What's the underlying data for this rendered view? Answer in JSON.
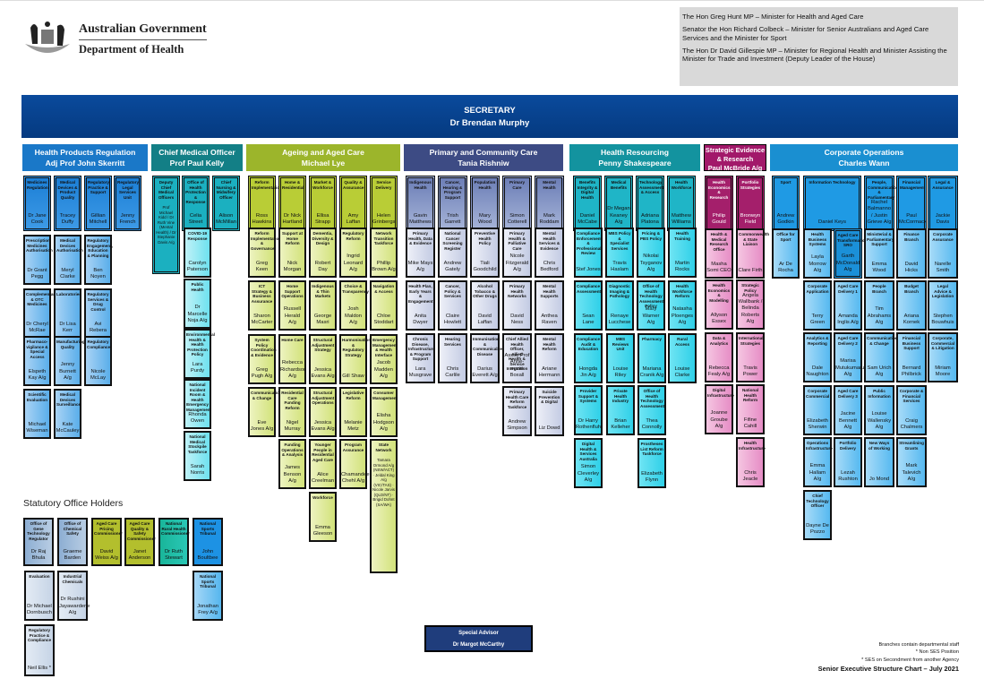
{
  "logo": {
    "line1": "Australian Government",
    "line2": "Department of Health"
  },
  "ministers": [
    "The Hon Greg Hunt MP – Minister for Health and Aged Care",
    "Senator the Hon Richard Colbeck – Minister for Senior Australians and Aged Care Services and the Minister for Sport",
    "The Hon Dr David Gillespie MP – Minister for Regional Health and Minister Assisting the Minister for Trade and Investment (Deputy Leader of the House)"
  ],
  "secretary": {
    "title": "SECRETARY",
    "name": "Dr Brendan Murphy"
  },
  "divisions": [
    {
      "title": "Health Products Regulation",
      "head": "Adj Prof John Skerritt",
      "color": "#1a78c8"
    },
    {
      "title": "Chief Medical Officer",
      "head": "Prof Paul Kelly",
      "color": "#137f86"
    },
    {
      "title": "Ageing and Aged Care",
      "head": "Michael Lye",
      "color": "#9cb52b"
    },
    {
      "title": "Primary and Community Care",
      "head": "Tania Rishniw",
      "color": "#3d4b84"
    },
    {
      "title": "Health Resourcing",
      "head": "Penny Shakespeare",
      "color": "#13939f"
    },
    {
      "title": "Strategic Evidence & Research",
      "head": "Paul McBride A/g",
      "color": "#a2196a"
    },
    {
      "title": "Corporate Operations",
      "head": "Charles Wann",
      "color": "#1a8fd1"
    }
  ],
  "boxes": {
    "hpr": [
      [
        "Medicines Regulation",
        "Dr Jane Cook"
      ],
      [
        "Medical Devices & Product Quality",
        "Tracey Duffy"
      ],
      [
        "Regulatory Practice & Support",
        "Gillian Mitchell"
      ],
      [
        "Regulatory Legal Services Unit",
        "Jenny French"
      ],
      [
        "Prescription Medicines Authorisation",
        "Dr Grant Pegg"
      ],
      [
        "Medical Devices Authorisation",
        "Meryl Clarke"
      ],
      [
        "Regulatory Engagement, Education & Planning",
        "Ben Noyen"
      ],
      [
        "Complementary & OTC Medicines",
        "Dr Cheryl McRae"
      ],
      [
        "Laboratories",
        "Dr Lisa Kerr"
      ],
      [
        "Regulatory Services & Drug Control",
        "Avi Rebera"
      ],
      [
        "Pharmaco-vigilance & Special Access",
        "Elspeth Kay A/g"
      ],
      [
        "Manufacturing Quality",
        "Jenny Burnett A/g"
      ],
      [
        "Regulatory Compliance",
        "Nicole McLay"
      ],
      [
        "Scientific Evaluation",
        "Michael Wiseman"
      ],
      [
        "Medical Devices Surveillance",
        "Kate McCauley"
      ]
    ],
    "cmo": [
      [
        "Deputy Chief Medical Officers",
        "Prof Michael Kidd / Dr Ruth Vine (Mental Health) / Dr Stephanie Davis A/g"
      ],
      [
        "Office of Health Protection & Response",
        "Celia Street"
      ],
      [
        "Chief Nursing & Midwifery Officer",
        "Alison McMillan"
      ],
      [
        "COVID-19 Response",
        "Carolyn Paterson"
      ],
      [
        "Public Health",
        "Dr Marcelle Noja A/g"
      ],
      [
        "Environmental Health & Health Protection Policy",
        "Lara Purdy"
      ],
      [
        "National Incident Room & Health Emergency Management",
        "Rhonda Owen"
      ],
      [
        "National Medical Stockpile Taskforce",
        "Sarah Norris"
      ]
    ],
    "aac": [
      [
        "Reform Implementation",
        "Ross Hawkins"
      ],
      [
        "Home & Residential",
        "Dr Nick Hartland"
      ],
      [
        "Market & Workforce",
        "Ellisa Strapp"
      ],
      [
        "Quality & Assurance",
        "Amy Laffan"
      ],
      [
        "Service Delivery",
        "Helen Grinbergs"
      ],
      [
        "Reform Implementation & Governance",
        "Greg Keen"
      ],
      [
        "Support at Home Reform",
        "Nick Morgan"
      ],
      [
        "Dementia, Diversity & Design",
        "Robert Day"
      ],
      [
        "Regulatory Reform",
        "Ingrid Leonard A/g"
      ],
      [
        "Network Transition Taskforce",
        "Phillip Brown A/g"
      ],
      [
        "ICT Strategy & Business Assurance",
        "Sharon McCarter"
      ],
      [
        "Home Support Operations",
        "Russell Herald A/g"
      ],
      [
        "Indigenous & Thin Markets",
        "George Masri"
      ],
      [
        "Choice & Transparency",
        "Josh Maldon A/g"
      ],
      [
        "Navigation & Access",
        "Chloe Stoddart"
      ],
      [
        "System Policy Coordination & Evidence",
        "Greg Pugh A/g"
      ],
      [
        "Home Care",
        "Rebecca Richardson A/g"
      ],
      [
        "Structural Adjustment Strategy",
        "Jessica Evans A/g"
      ],
      [
        "Harmonisation & Regulatory Strategy",
        "Gill Shaw"
      ],
      [
        "Emergency Management & Health Interface",
        "Jacob Madden A/g"
      ],
      [
        "Communication & Change",
        "Eve Jones A/g"
      ],
      [
        "Residential Care Funding Reform",
        "Nigel Murray"
      ],
      [
        "Structural Adjustment Operations",
        "Jessica Evans A/g"
      ],
      [
        "Legislative Reform",
        "Melanie Metz"
      ],
      [
        "Consumer Management",
        "Elisha Hodgson A/g"
      ],
      [
        "Funding Operations & Analysis",
        "James Benson A/g"
      ],
      [
        "Younger People in Residential Aged Care",
        "Alice Creelman"
      ],
      [
        "Program Assurance",
        "Chamandeep Chehl A/g"
      ],
      [
        "State Network",
        "Tamara Ormond A/g (NSW/ACT) · Jeldal King A/g (VIC/TAS) · Nicole Jarvis (QLD/NT) · Brigid Dohnt (SA/WA)"
      ],
      [
        "Workforce",
        "Emma Gleeson"
      ]
    ],
    "pcc": [
      [
        "Indigenous Health",
        "Gavin Matthews"
      ],
      [
        "Cancer, Hearing & Program Support",
        "Trish Garrett"
      ],
      [
        "Population Health",
        "Mary Wood"
      ],
      [
        "Primary Care",
        "Simon Cotterell"
      ],
      [
        "Mental Health",
        "Mark Roddam"
      ],
      [
        "Primary Health, Data & Evidence",
        "Mike Mays A/g"
      ],
      [
        "National Cancer Screening Register",
        "Andrew Gately"
      ],
      [
        "Preventive Health Policy",
        "Tiali Goodchild"
      ],
      [
        "Primary Health & Palliative Care",
        "Nicole Fitzgerald A/g"
      ],
      [
        "Mental Health Services & Evidence",
        "Chris Bedford"
      ],
      [
        "Health Plan, Early Years & Engagement",
        "Anita Dwyer"
      ],
      [
        "Cancer, Policy & Services",
        "Claire Howlett"
      ],
      [
        "Alcohol Tobacco & Other Drugs",
        "David Laffan"
      ],
      [
        "Primary Health Networks",
        "David Ness"
      ],
      [
        "Mental Health Supports",
        "Anthea Raven"
      ],
      [
        "Chronic Disease, Infrastructure & Program Support",
        "Lara Musgrave"
      ],
      [
        "Hearing Services",
        "Chris Carlile"
      ],
      [
        "Immunisation & Communicable Disease",
        "Darius Everett A/g"
      ],
      [
        "Chief Allied Health Officer, Allied Health & Service Integration",
        "Assoc Prof Anne-marie Boxall"
      ],
      [
        "Mental Health Reform",
        "Ariane Hermann"
      ],
      [
        "Primary Health Care Reform Taskforce",
        "Andrew Simpson"
      ],
      [
        "Suicide Prevention & Digital",
        "Liz Dowd"
      ]
    ],
    "hr": [
      [
        "Benefits Integrity & Digital Health",
        "Daniel McCabe"
      ],
      [
        "Medical Benefits",
        "Dr Megan Keaney A/g"
      ],
      [
        "Technology Assessment & Access",
        "Adriana Platona"
      ],
      [
        "Health Workforce",
        "Matthew Williams"
      ],
      [
        "Compliance Enforcement & Professional Review",
        "Stef Jones"
      ],
      [
        "MBS Policy & Specialist Services",
        "Travis Haslam"
      ],
      [
        "Pricing & PBS Policy",
        "Nikolai Tsyganov A/g"
      ],
      [
        "Health Training",
        "Martin Rocks"
      ],
      [
        "Compliance Assessment",
        "Sean Lane"
      ],
      [
        "Diagnostic Imaging & Pathology",
        "Renaye Lucchese"
      ],
      [
        "Office of Health Technology Assessment Policy",
        "Mary Warner A/g"
      ],
      [
        "Health Workforce Reform",
        "Natasha Ploenges A/g"
      ],
      [
        "Compliance Audit & Education",
        "Hongda Jin A/g"
      ],
      [
        "MBS Reviews Unit",
        "Louise Riley"
      ],
      [
        "Pharmacy",
        "Mariana Cranik A/g"
      ],
      [
        "Rural Access",
        "Louise Clarke"
      ],
      [
        "Provider Support & Systems",
        "Dr Harry Rothenfluh"
      ],
      [
        "Private Health Industry",
        "Brian Kelleher"
      ],
      [
        "Office of Health Technology Assessment",
        "Thea Connolly"
      ],
      [
        "Digital Health & Services Australia",
        "Simon Cleverley A/g"
      ],
      [
        "Prostheses List Reform Taskforce",
        "Elizabeth Flynn"
      ]
    ],
    "ser": [
      [
        "Health Economics & Research",
        "Philip Gould"
      ],
      [
        "Portfolio Strategies",
        "Bronwyn Field"
      ],
      [
        "Health & Medical Research Office",
        "Masha Somi CEO"
      ],
      [
        "Commonwealth & State Liaison",
        "Clare Firth"
      ],
      [
        "Health Economics & Modelling",
        "Allyson Essex"
      ],
      [
        "Strategic Policy",
        "Angela Wallbank / Belinda Roberts A/g"
      ],
      [
        "Data & Analytics",
        "Rebecca Fealy A/g"
      ],
      [
        "International Strategies",
        "Travis Power"
      ],
      [
        "Digital Infrastructure",
        "Joanne Groube A/g"
      ],
      [
        "National Health Reform",
        "Fifine Cahill"
      ],
      [
        "Health Infrastructure",
        "Chris Jeacle"
      ]
    ],
    "co": [
      [
        "Sport",
        "Andrew Godkin"
      ],
      [
        "Information Technology",
        "Daniel Keys"
      ],
      [
        "People, Communication & Parliamentary",
        "Rachel Balmanno / Justin Grieve A/g"
      ],
      [
        "Financial Management",
        "Paul McCormack"
      ],
      [
        "Legal & Assurance",
        "Jackie Davis"
      ],
      [
        "Office for Sport",
        "Ar De Rocha"
      ],
      [
        "Health Business Systems",
        "Layla Morrow A/g"
      ],
      [
        "Aged Care Transformation SRO",
        "Garth McDonald A/g"
      ],
      [
        "Ministerial & Parliamentary Support",
        "Emma Wood"
      ],
      [
        "Finance Branch",
        "David Hicks"
      ],
      [
        "Corporate Assurance",
        "Narelle Smith"
      ],
      [
        "Corporate Application",
        "Terry Green"
      ],
      [
        "Aged Care Delivery 1",
        "Amanda Inglis A/g"
      ],
      [
        "People Branch",
        "Tim Abrahams A/g"
      ],
      [
        "Budget Branch",
        "Ariana Kornek"
      ],
      [
        "Legal Advice & Legislation",
        "Stephen Bouwhuis"
      ],
      [
        "Analytics & Reporting",
        "Dale Naughton"
      ],
      [
        "Aged Care Delivery 2",
        "Marisa Mutukumaru A/g"
      ],
      [
        "Communication & Change",
        "Sam Urich A/g"
      ],
      [
        "Financial Business Support",
        "Bernard Philbrick"
      ],
      [
        "Corporate, Commercial & Litigation",
        "Miriam Moore"
      ],
      [
        "Corporate Commercial",
        "Elizabeth Sherwin"
      ],
      [
        "Aged Care Delivery 3",
        "Jacine Bennett A/g"
      ],
      [
        "Public Information",
        "Louise Wallensky A/g"
      ],
      [
        "Corporate & Financial Services",
        "Craig Chalmers"
      ],
      [
        "Operations Infrastructure",
        "Emma Hallam A/g"
      ],
      [
        "Portfolio Delivery",
        "Lezah Rushton"
      ],
      [
        "New Ways of Working",
        "Jo Mond"
      ],
      [
        "Streamlining Grants",
        "Mark Talevich A/g"
      ],
      [
        "Chief Technology Officer",
        "Dayne De Pozzo"
      ]
    ],
    "stat": [
      [
        "Office of Gene Technology Regulator",
        "Dr Raj Bhula"
      ],
      [
        "Office of Chemical Safety",
        "Graeme Barden"
      ],
      [
        "Aged Care Pricing Commissioner",
        "David Weiss A/g"
      ],
      [
        "Aged Care Quality & Safety Commissioner",
        "Janet Anderson"
      ],
      [
        "National Rural Health Commissioner",
        "Dr Ruth Stewart"
      ],
      [
        "National Sports Tribunal",
        "John Boultbee"
      ],
      [
        "Evaluation",
        "Dr Michael Dornbusch"
      ],
      [
        "Industrial Chemicals",
        "Dr Rushini Jayawardene A/g"
      ],
      [
        "National Sports Tribunal",
        "Jonathan Frey A/g"
      ],
      [
        "Regulatory Practice & Compliance",
        "Neil Ellis *"
      ]
    ]
  },
  "statutory_title": "Statutory Office Holders",
  "special_advisor": {
    "title": "Special Advisor",
    "name": "Dr Margot McCarthy"
  },
  "footer": {
    "note1": "Branches contain departmental staff",
    "note2": "* Non SES Position",
    "note3": "* SES on Secondment from another Agency",
    "title": "Senior Executive Structure Chart – July 2021"
  }
}
